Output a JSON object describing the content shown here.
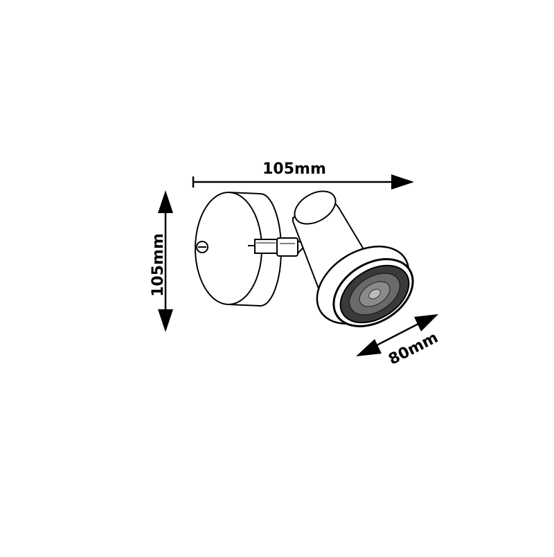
{
  "dimensions": {
    "width_label": "105mm",
    "height_label": "105mm",
    "head_diameter_label": "80mm"
  },
  "colors": {
    "line": "#000000",
    "background": "#ffffff",
    "lens_dark": "#4a4a4a"
  },
  "product": "spot-light-fixture"
}
